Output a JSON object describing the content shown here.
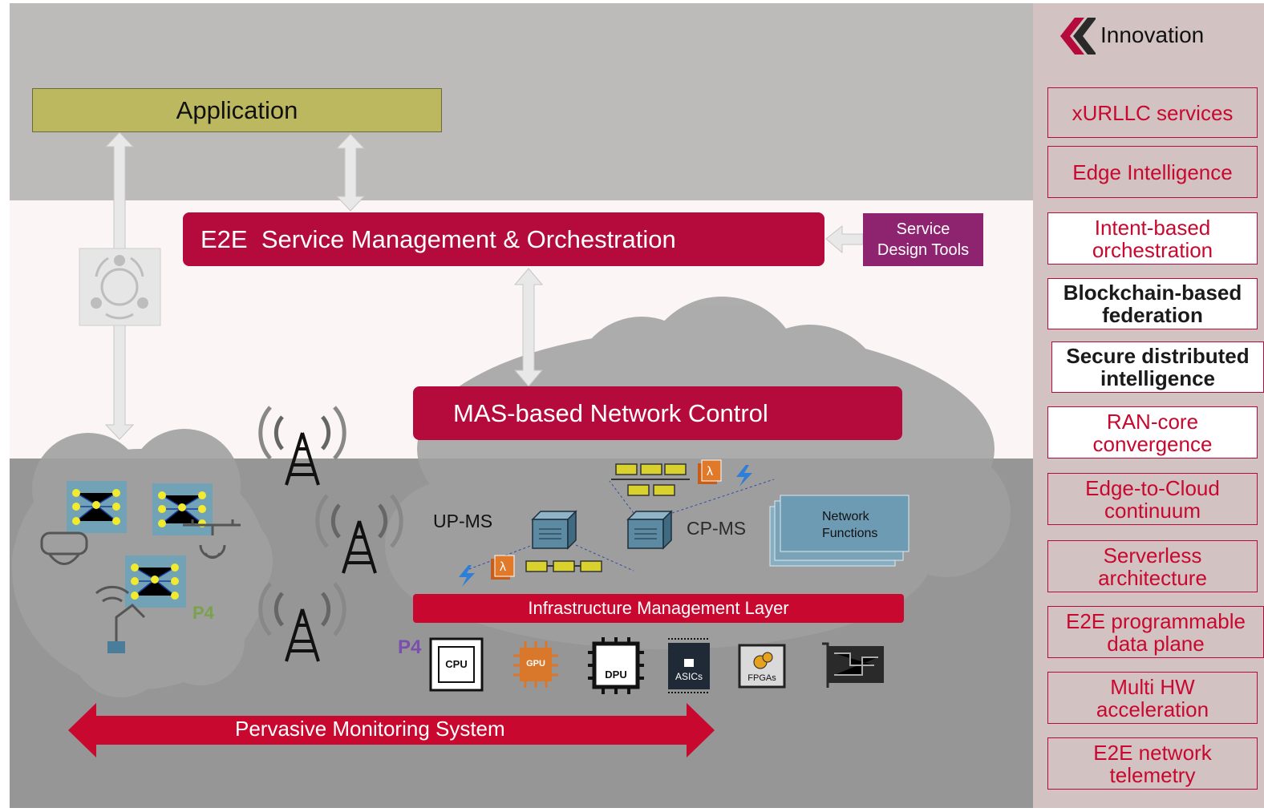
{
  "application": {
    "label": "Application"
  },
  "e2e_orchestration": {
    "label": "E2E  Service Management & Orchestration"
  },
  "service_design_tools": {
    "line1": "Service",
    "line2": "Design Tools"
  },
  "mas_control": {
    "label": "MAS-based Network Control"
  },
  "up_ms": {
    "label": "UP-MS"
  },
  "cp_ms": {
    "label": "CP-MS"
  },
  "network_functions": {
    "line1": "Network",
    "line2": "Functions"
  },
  "infrastructure": {
    "label": "Infrastructure Management Layer"
  },
  "hardware": {
    "cpu": "CPU",
    "gpu": "GPU",
    "dpu": "DPU",
    "asics": "ASICs",
    "fpgas": "FPGAs",
    "p4": "P4"
  },
  "monitoring": {
    "label": "Pervasive Monitoring System"
  },
  "innovation": {
    "title": "Innovation",
    "items": [
      {
        "line1": "xURLLC services",
        "line2": ""
      },
      {
        "line1": "Edge Intelligence",
        "line2": ""
      },
      {
        "line1": "Intent-based",
        "line2": "orchestration"
      },
      {
        "line1": "Blockchain-based",
        "line2": "federation"
      },
      {
        "line1": "Secure distributed",
        "line2": "intelligence"
      },
      {
        "line1": "RAN-core",
        "line2": "convergence"
      },
      {
        "line1": "Edge-to-Cloud",
        "line2": "continuum"
      },
      {
        "line1": "Serverless",
        "line2": "architecture"
      },
      {
        "line1": "E2E programmable",
        "line2": "data plane"
      },
      {
        "line1": "Multi HW",
        "line2": "acceleration"
      },
      {
        "line1": "E2E network",
        "line2": "telemetry"
      }
    ]
  },
  "colors": {
    "accent_red": "#b50b3c",
    "purple": "#8e2470",
    "olive": "#bcb85f"
  }
}
